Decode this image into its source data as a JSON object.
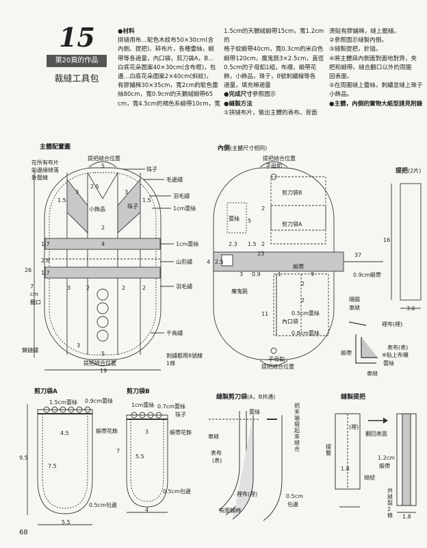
{
  "header": {
    "number": "15",
    "badge": "第20頁的作品",
    "title": "裁縫工具包"
  },
  "materials": {
    "heading": "●材料",
    "col1": [
      "拼縫用布…駝色木紋布50×30cm(含",
      "內側、提把)、碎布片，各種蕾絲，緞",
      "帶等各適量，內口袋，剪刀袋A，B…",
      "白底花朵圖案40×30cm(含布框)，包",
      "邊…白底花朵圖案2×40cm(斜紋)，",
      "有膠鋪棉30×35cm，寬2cm的駝色蕾",
      "絲80cm，寬0.9cm的天鵝絨緞帶65",
      "cm，寬4.5cm的褐色系緞帶10cm，寬"
    ],
    "col2": [
      "1.5cm的天鵝絨緞帶15cm，寬1.2cm的",
      "格子紋緞帶40cm，寬0.3cm的米白色",
      "緞帶120cm，魔鬼氈3×2.5cm，直徑",
      "0.5cm的子母釦1組，布襯，緞帶花",
      "飾，小飾品，珠子，8號刺繡線等各",
      "適量，填充棉適量"
    ]
  },
  "size": {
    "heading": "●完成尺寸",
    "text": "參照圖示"
  },
  "method": {
    "heading": "●縫製方法",
    "steps": [
      "①拼縫布片，做出主體的表布。背面",
      "燙貼有膠鋪棉，縫上壓線。",
      "②參照圖示縫製內側。",
      "③縫製提把，針插。",
      "④將主體與內側面對面地對齊，夾",
      "把和緞帶。縫合翻口以外的周圍",
      "回表面。",
      "⑤在周圍縫上蕾絲，刺繡並縫上珠子",
      "小飾品。"
    ],
    "note": "●主體，內側的實物大紙型請見附錄"
  },
  "diagrams": {
    "main": {
      "title": "主體配置圖",
      "labels": [
        "在所有布片",
        "的邊緣縫落",
        "針壓線",
        "提把縫合位置",
        "珠子",
        "毛邊繡",
        "羽毛繡",
        "1cm蕾絲",
        "小飾品",
        "珠子",
        "1cm蕾絲",
        "山形繡",
        "羽毛繡",
        "千鳥繡",
        "鎖鏈繡",
        "提把縫合位置",
        "刺繡都用8號線",
        "1條",
        "翻口"
      ],
      "dims": [
        "5",
        "3",
        "2.5",
        "3",
        "1.5",
        "1.5",
        "2",
        "4",
        "1.7",
        "2.6",
        "1.7",
        "26",
        "7",
        "cm",
        "3",
        "2",
        "2",
        "2",
        "3",
        "5",
        "19"
      ]
    },
    "inner": {
      "title": "內側",
      "subtitle": "(主體尺寸相同)",
      "labels": [
        "提把縫合位置",
        "子母釦",
        "剪刀袋B",
        "剪刀袋A",
        "蕾絲",
        "緞帶",
        "0.9cm緞帶",
        "魔鬼氈",
        "隔間",
        "車縫",
        "0.5cm蕾絲",
        "內口袋",
        "0.8cm蕾絲",
        "子母釦",
        "提把縫合位置"
      ],
      "dims": [
        "4",
        "5",
        "2",
        "2.3",
        "1.5",
        "2",
        "2.5",
        "23",
        "3",
        "0.9",
        "9",
        "37",
        "2",
        "2",
        "11",
        "1"
      ]
    },
    "handle": {
      "title": "提把",
      "subtitle": "(2片)",
      "dims": [
        "16",
        "3.6"
      ]
    },
    "detail": {
      "labels": [
        "裡布(裡)",
        "表布(表)",
        "※貼上布襯",
        "蕾絲",
        "緞帶",
        "車縫"
      ]
    },
    "scissorA": {
      "title": "剪刀袋A",
      "labels": [
        "1.5cm蕾絲",
        "0.9cm蕾絲",
        "緞帶花飾",
        "0.5cm包邊"
      ],
      "dims": [
        "4.5",
        "9.5",
        "7.5",
        "5.5"
      ]
    },
    "scissorB": {
      "title": "剪刀袋B",
      "labels": [
        "1cm蕾絲",
        "0.7cm蕾絲",
        "珠子",
        "緞帶花飾",
        "0.5cm包邊"
      ],
      "dims": [
        "3",
        "7",
        "5.5",
        "4"
      ]
    },
    "sewing": {
      "title": "縫製剪刀袋",
      "subtitle": "(A，B共通)",
      "labels": [
        "蕾絲",
        "車縫",
        "把末端摺起來縫合",
        "表布",
        "(表)",
        "裡布(裡)",
        "有膠鋪棉",
        "0.5cm",
        "包邊"
      ]
    },
    "sewHandle": {
      "title": "縫製提把",
      "labels": [
        "(裡)",
        "摺雙",
        "翻回表面",
        "1.2cm",
        "緞帶",
        "縫紉",
        "共縫製2條"
      ],
      "dims": [
        "1.8",
        "1.8"
      ]
    }
  },
  "page": "68"
}
